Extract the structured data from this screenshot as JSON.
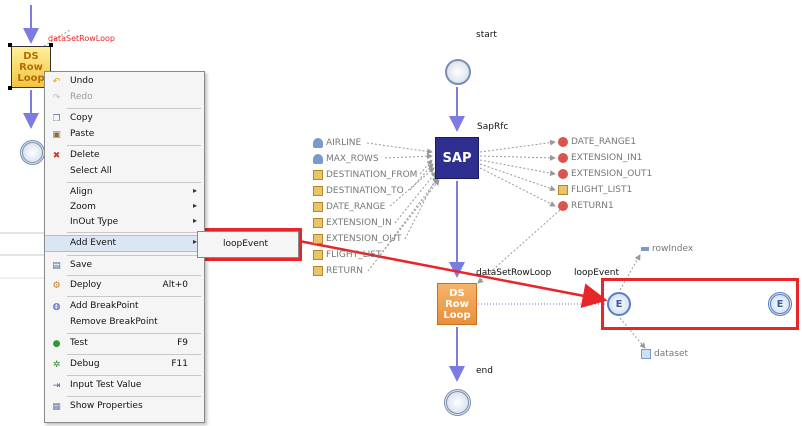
{
  "diagram": {
    "start_label": "start",
    "end_label": "end",
    "sap_node": {
      "name": "SapRfc",
      "text": "SAP"
    },
    "ds_node": {
      "name": "dataSetRowLoop",
      "text_lines": [
        "DS",
        "Row",
        "Loop"
      ]
    },
    "event_label": "loopEvent",
    "event_glyph": "E",
    "selected_node_label": "dataSetRowLoop",
    "inputs": [
      "AIRLINE",
      "MAX_ROWS",
      "DESTINATION_FROM",
      "DESTINATION_TO",
      "DATE_RANGE",
      "EXTENSION_IN",
      "EXTENSION_OUT",
      "FLIGHT_LIST",
      "RETURN"
    ],
    "outputs": [
      "DATE_RANGE1",
      "EXTENSION_IN1",
      "EXTENSION_OUT1",
      "FLIGHT_LIST1",
      "RETURN1"
    ],
    "event_outputs": {
      "row_index": "rowIndex",
      "dataset": "dataset"
    }
  },
  "context_menu": {
    "items": [
      {
        "label": "Undo",
        "icon": "undo-icon"
      },
      {
        "label": "Redo",
        "icon": "redo-icon",
        "disabled": true
      },
      {
        "label": "Copy",
        "icon": "copy-icon"
      },
      {
        "label": "Paste",
        "icon": "paste-icon"
      },
      {
        "label": "Delete",
        "icon": "delete-icon"
      },
      {
        "label": "Select All"
      },
      {
        "label": "Align",
        "submenu": true
      },
      {
        "label": "Zoom",
        "submenu": true
      },
      {
        "label": "InOut Type",
        "submenu": true
      },
      {
        "label": "Add Event",
        "submenu": true
      },
      {
        "label": "Save",
        "icon": "save-icon"
      },
      {
        "label": "Deploy",
        "icon": "deploy-icon",
        "shortcut": "Alt+0"
      },
      {
        "label": "Add BreakPoint",
        "icon": "breakpoint-icon"
      },
      {
        "label": "Remove BreakPoint"
      },
      {
        "label": "Test",
        "icon": "test-icon",
        "shortcut": "F9"
      },
      {
        "label": "Debug",
        "icon": "debug-icon",
        "shortcut": "F11"
      },
      {
        "label": "Input Test Value",
        "icon": "input-icon"
      },
      {
        "label": "Show Properties",
        "icon": "properties-icon"
      }
    ],
    "submenu_item": "loopEvent"
  },
  "colors": {
    "highlight": "#e8262a",
    "flow_arrow": "#7b7be0",
    "sap": "#2f2f8f",
    "ds": "#e8903a"
  }
}
